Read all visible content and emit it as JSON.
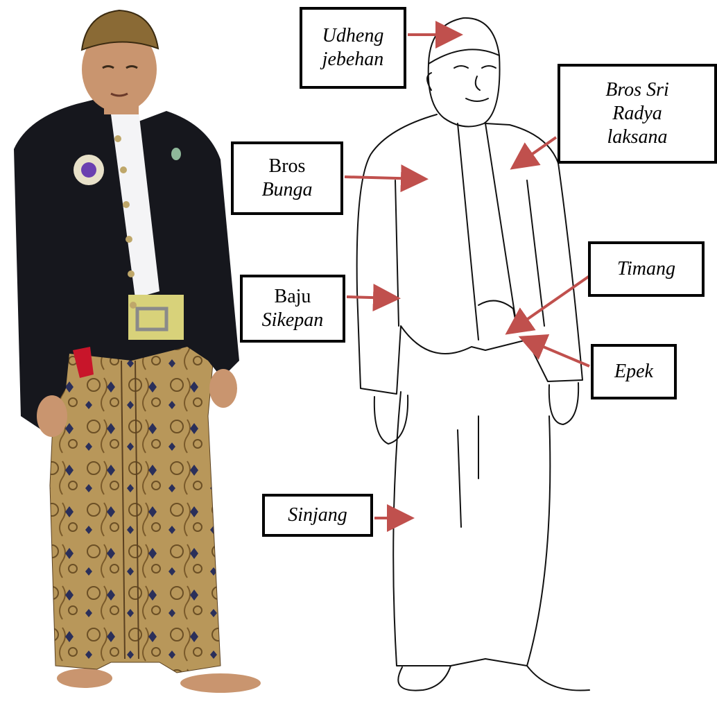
{
  "labels": {
    "udheng": {
      "line1": "Udheng",
      "line2": "jebehan"
    },
    "bros_sri": {
      "line1": "Bros Sri",
      "line2": "Radya",
      "line3": "laksana"
    },
    "bros_bunga": {
      "line1": "Bros",
      "line2": "Bunga"
    },
    "baju": {
      "line1": "Baju",
      "line2": "Sikepan"
    },
    "timang": {
      "line1": "Timang"
    },
    "epek": {
      "line1": "Epek"
    },
    "sinjang": {
      "line1": "Sinjang"
    }
  },
  "colors": {
    "arrow": "#c0504d",
    "jacket": "#16171d",
    "shirt": "#f4f4f6",
    "batik": "#b8975a",
    "batik_dark": "#2a2f5a",
    "skin": "#c9956f",
    "belt": "#d8d27a",
    "outline": "#111111"
  }
}
